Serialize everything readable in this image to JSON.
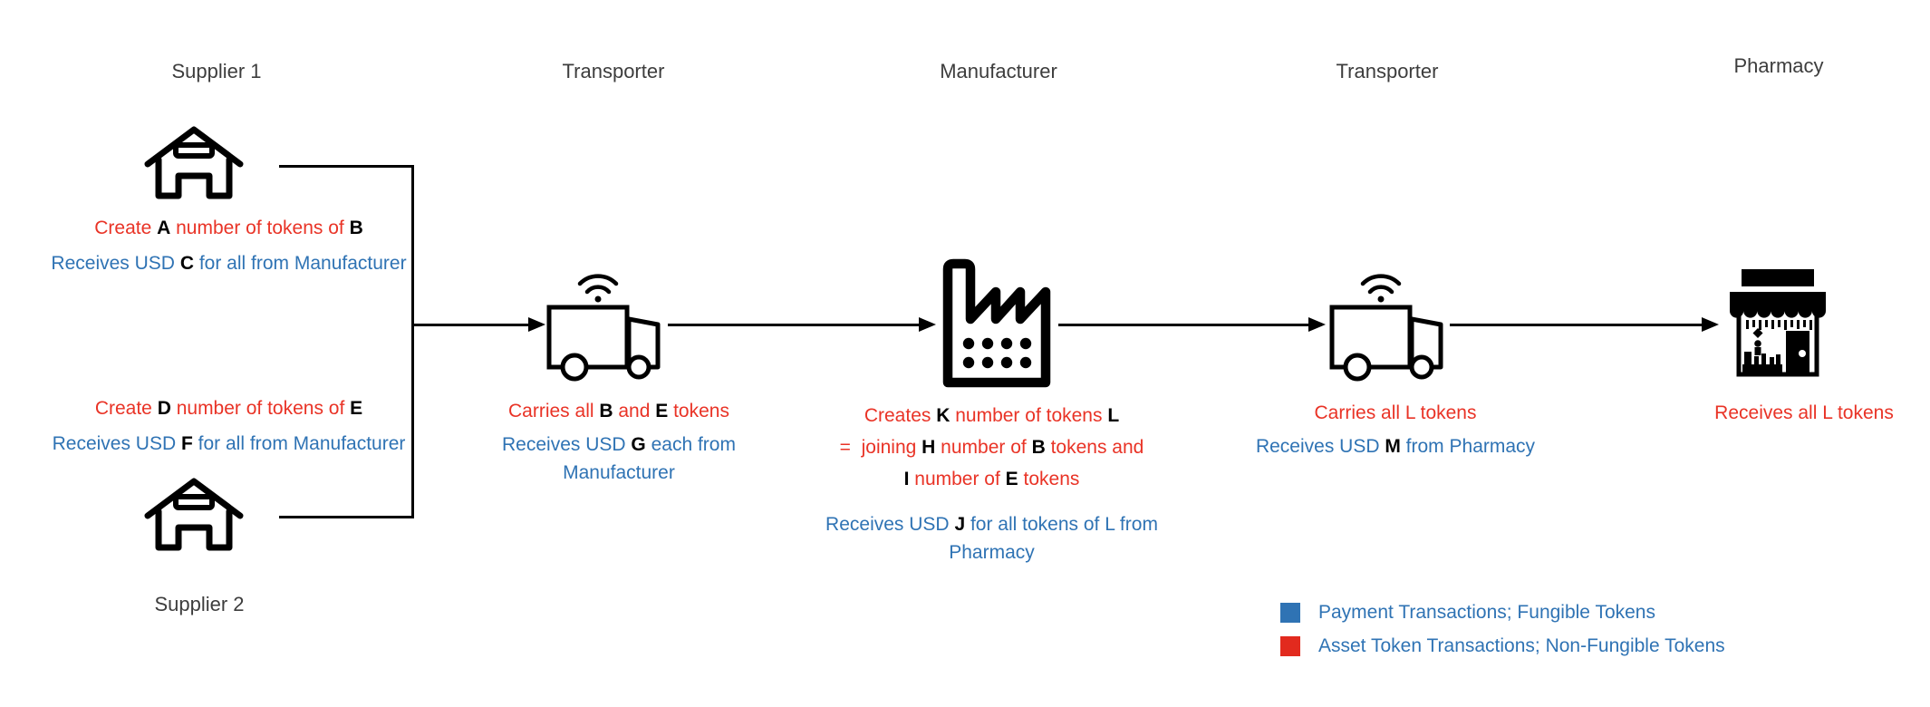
{
  "roles": {
    "supplier1": "Supplier 1",
    "supplier2": "Supplier 2",
    "transporter1": "Transporter",
    "manufacturer": "Manufacturer",
    "transporter2": "Transporter",
    "pharmacy": "Pharmacy"
  },
  "annotations": {
    "s1_red": [
      "Create ",
      "A",
      " number of tokens of ",
      "B"
    ],
    "s1_blue": [
      "Receives USD ",
      "C",
      " for all from Manufacturer"
    ],
    "s2_red": [
      "Create ",
      "D",
      " number of tokens of ",
      "E"
    ],
    "s2_blue": [
      "Receives USD ",
      "F",
      " for all from Manufacturer"
    ],
    "t1_red": [
      "Carries all ",
      "B",
      " and ",
      "E",
      " tokens"
    ],
    "t1_blue": [
      "Receives USD ",
      "G",
      " each from Manufacturer"
    ],
    "m_red1": [
      "Creates ",
      "K",
      " number of tokens ",
      "L"
    ],
    "m_red2": [
      "=  joining ",
      "H",
      " number of ",
      "B",
      " tokens and"
    ],
    "m_red3": [
      "I",
      " number of ",
      "E",
      " tokens"
    ],
    "m_blue": [
      "Receives USD ",
      "J",
      " for all tokens of L from Pharmacy"
    ],
    "t2_red": "Carries all L tokens",
    "t2_blue": [
      "Receives USD ",
      "M",
      " from Pharmacy"
    ],
    "p_red": "Receives all L tokens"
  },
  "legend": {
    "items": [
      {
        "swatch": "#2F73B4",
        "label": "Payment Transactions; Fungible Tokens"
      },
      {
        "swatch": "#E22A1E",
        "label": "Asset Token Transactions; Non-Fungible Tokens"
      }
    ]
  },
  "colors": {
    "asset_red": "#E93326",
    "payment_blue": "#2F73B4",
    "variable_black": "#000000",
    "role_label_gray": "#3D3D3D",
    "line_black": "#000000"
  },
  "icons": {
    "supplier": "warehouse-icon",
    "transporter": "delivery-truck-icon",
    "transporter_signal": "wifi-icon",
    "manufacturer": "factory-icon",
    "pharmacy": "storefront-icon"
  }
}
